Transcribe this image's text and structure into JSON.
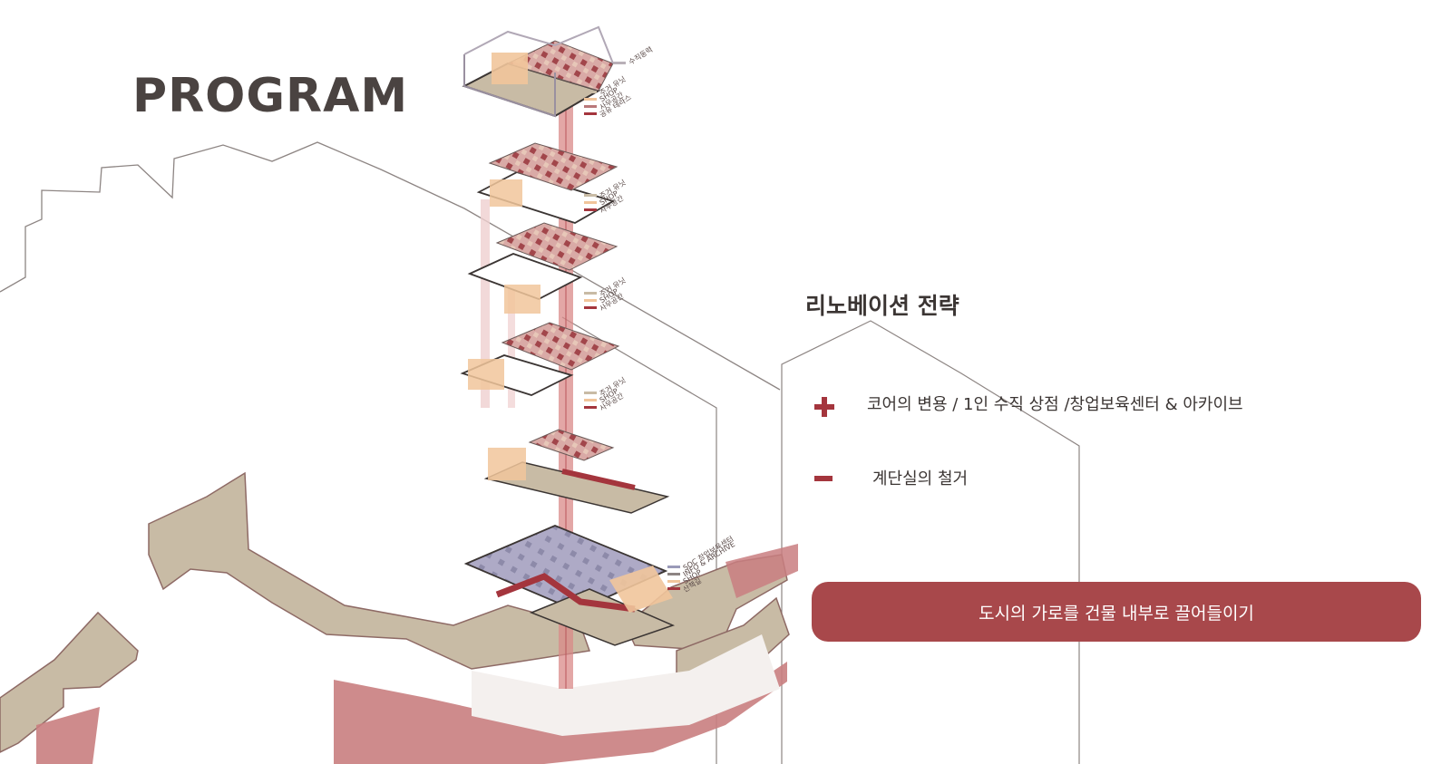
{
  "title": "PROGRAM",
  "strategy": {
    "heading": "리노베이션 전략",
    "plus_text": "코어의 변용 / 1인 수직 상점 /창업보육센터 & 아카이브",
    "minus_text": "계단실의 철거",
    "banner_text": "도시의 가로를 건물 내부로 끌어들이기"
  },
  "floors": [
    {
      "legend": [
        "수직동력",
        "주거 유닛",
        "SHOP",
        "사무공간",
        "공유 테라스"
      ]
    },
    {
      "legend": [
        "주거 유닛",
        "SHOP",
        "사무공간"
      ]
    },
    {
      "legend": [
        "주거 유닛",
        "SHOP",
        "사무공간"
      ]
    },
    {
      "legend": [
        "주거 유닛",
        "SHOP",
        "사무공간"
      ]
    },
    {
      "legend": []
    },
    {
      "legend": [
        "SOC 창업보육센터",
        "INFO & ARCHIVE",
        "SHOP",
        "산책길"
      ]
    }
  ],
  "colors": {
    "accent": "#a4353d",
    "banner": "#a8484b",
    "ground": "#c8bba5",
    "road": "#c97e80",
    "shop": "#f1c59b",
    "office": "#b9787a",
    "soc": "#9a9ab8",
    "text": "#3b3533"
  },
  "icons": {
    "plus": "plus-icon",
    "minus": "minus-icon"
  }
}
